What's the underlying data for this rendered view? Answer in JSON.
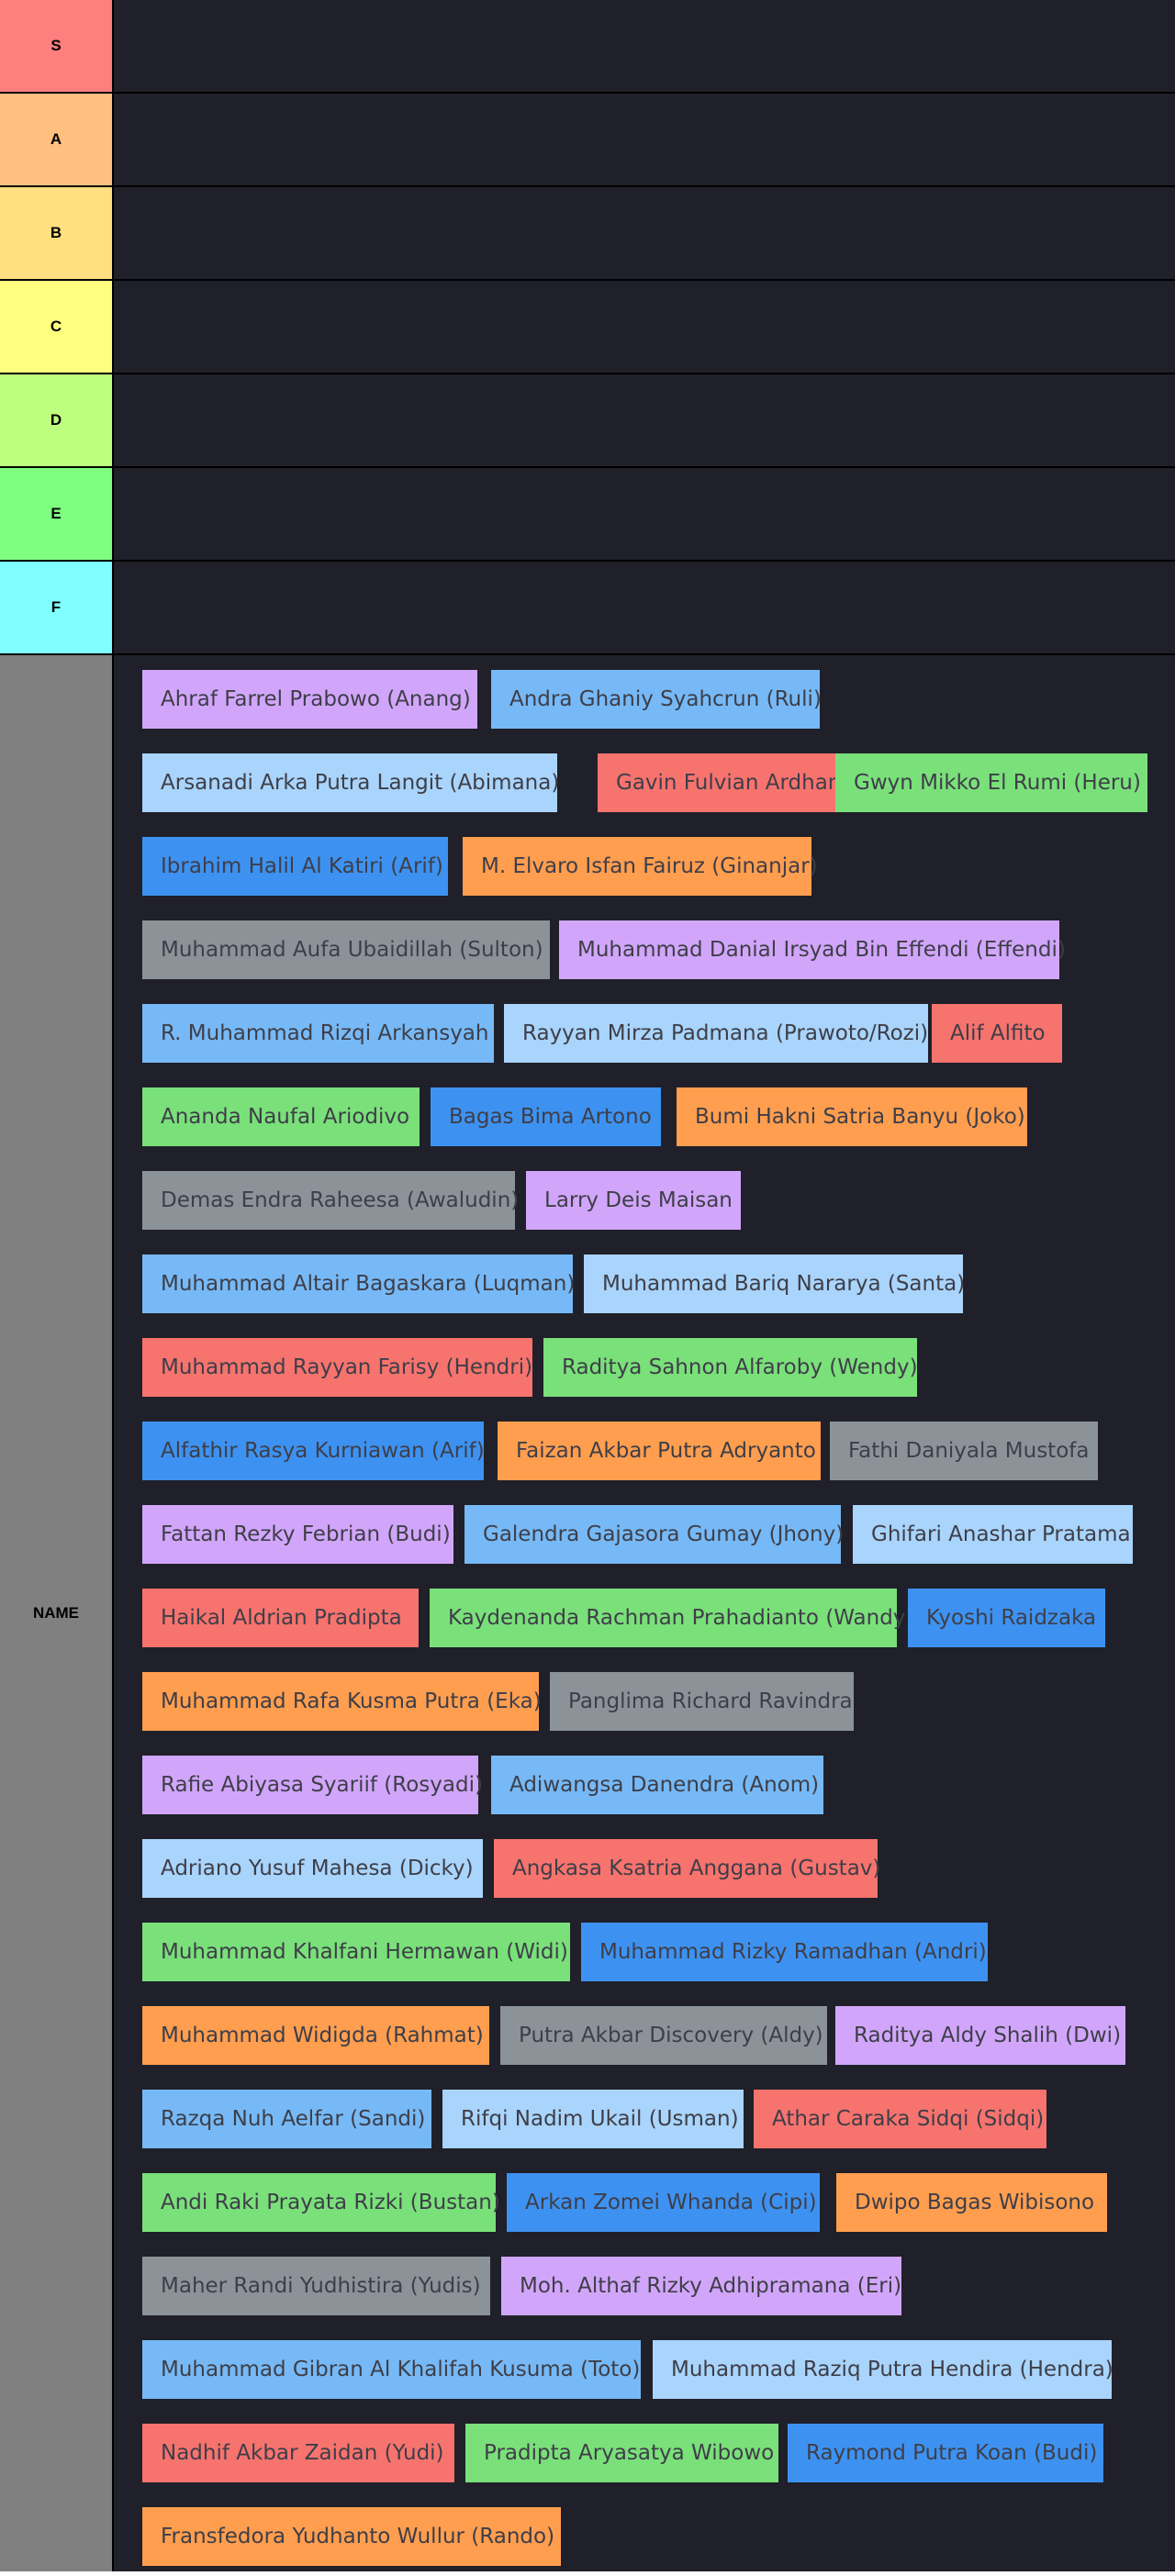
{
  "tiers": [
    {
      "label": "S",
      "color": "#ff7f7f"
    },
    {
      "label": "A",
      "color": "#ffbf7f"
    },
    {
      "label": "B",
      "color": "#ffdf80"
    },
    {
      "label": "C",
      "color": "#ffff7f"
    },
    {
      "label": "D",
      "color": "#bfff7f"
    },
    {
      "label": "E",
      "color": "#7fff7f"
    },
    {
      "label": "F",
      "color": "#7fffff"
    }
  ],
  "pool": {
    "label": "NAME",
    "color": "#808080",
    "lines": [
      [
        {
          "text": "Ahraf Farrel Prabowo (Anang)",
          "color": "purple"
        },
        {
          "text": "Andra Ghaniy Syahcrun (Ruli)",
          "color": "sky"
        }
      ],
      [
        {
          "text": "Arsanadi Arka Putra Langit (Abimana)",
          "color": "pale"
        },
        {
          "text": "Gavin Fulvian Ardhani",
          "color": "red"
        },
        {
          "text": "Gwyn Mikko El Rumi (Heru)",
          "color": "green"
        }
      ],
      [
        {
          "text": "Ibrahim Halil Al Katiri (Arif)",
          "color": "blue"
        },
        {
          "text": "M. Elvaro Isfan Fairuz (Ginanjar)",
          "color": "orange"
        }
      ],
      [
        {
          "text": "Muhammad Aufa Ubaidillah (Sulton)",
          "color": "gray"
        },
        {
          "text": "Muhammad Danial Irsyad Bin Effendi (Effendi)",
          "color": "purple"
        }
      ],
      [
        {
          "text": "R. Muhammad Rizqi Arkansyah",
          "color": "sky"
        },
        {
          "text": "Rayyan Mirza Padmana (Prawoto/Rozi)",
          "color": "pale"
        },
        {
          "text": "Alif Alfito",
          "color": "red"
        }
      ],
      [
        {
          "text": "Ananda Naufal Ariodivo",
          "color": "green"
        },
        {
          "text": "Bagas Bima Artono",
          "color": "blue"
        },
        {
          "text": "Bumi Hakni Satria Banyu (Joko)",
          "color": "orange"
        }
      ],
      [
        {
          "text": "Demas Endra Raheesa (Awaludin)",
          "color": "gray"
        },
        {
          "text": "Larry Deis Maisan",
          "color": "purple"
        }
      ],
      [
        {
          "text": "Muhammad Altair Bagaskara (Luqman)",
          "color": "sky"
        },
        {
          "text": "Muhammad Bariq Nararya (Santa)",
          "color": "pale"
        }
      ],
      [
        {
          "text": "Muhammad Rayyan Farisy (Hendri)",
          "color": "red"
        },
        {
          "text": "Raditya Sahnon Alfaroby (Wendy)",
          "color": "green"
        }
      ],
      [
        {
          "text": "Alfathir Rasya Kurniawan (Arif)",
          "color": "blue"
        },
        {
          "text": "Faizan Akbar Putra Adryanto",
          "color": "orange"
        },
        {
          "text": "Fathi Daniyala Mustofa",
          "color": "gray"
        }
      ],
      [
        {
          "text": "Fattan Rezky Febrian (Budi)",
          "color": "purple"
        },
        {
          "text": "Galendra Gajasora Gumay (Jhony)",
          "color": "sky"
        },
        {
          "text": "Ghifari Anashar Pratama",
          "color": "pale"
        }
      ],
      [
        {
          "text": "Haikal Aldrian Pradipta",
          "color": "red"
        },
        {
          "text": "Kaydenanda Rachman Prahadianto (Wandy)",
          "color": "green"
        },
        {
          "text": "Kyoshi Raidzaka",
          "color": "blue"
        }
      ],
      [
        {
          "text": "Muhammad Rafa Kusma Putra (Eka)",
          "color": "orange"
        },
        {
          "text": "Panglima Richard Ravindra",
          "color": "gray"
        }
      ],
      [
        {
          "text": "Rafie Abiyasa Syariif (Rosyadi)",
          "color": "purple"
        },
        {
          "text": "Adiwangsa Danendra (Anom)",
          "color": "sky"
        }
      ],
      [
        {
          "text": "Adriano Yusuf Mahesa (Dicky)",
          "color": "pale"
        },
        {
          "text": "Angkasa Ksatria Anggana (Gustav)",
          "color": "red"
        }
      ],
      [
        {
          "text": "Muhammad Khalfani Hermawan (Widi)",
          "color": "green"
        },
        {
          "text": "Muhammad Rizky Ramadhan (Andri)",
          "color": "blue"
        }
      ],
      [
        {
          "text": "Muhammad Widigda (Rahmat)",
          "color": "orange"
        },
        {
          "text": "Putra Akbar Discovery (Aldy)",
          "color": "gray"
        },
        {
          "text": "Raditya Aldy Shalih (Dwi)",
          "color": "purple"
        }
      ],
      [
        {
          "text": "Razqa Nuh Aelfar (Sandi)",
          "color": "sky"
        },
        {
          "text": "Rifqi Nadim Ukail (Usman)",
          "color": "pale"
        },
        {
          "text": "Athar Caraka Sidqi (Sidqi)",
          "color": "red"
        }
      ],
      [
        {
          "text": "Andi Raki Prayata Rizki (Bustan)",
          "color": "green"
        },
        {
          "text": "Arkan Zomei Whanda (Cipi)",
          "color": "blue"
        },
        {
          "text": "Dwipo Bagas Wibisono",
          "color": "orange"
        }
      ],
      [
        {
          "text": "Maher Randi Yudhistira (Yudis)",
          "color": "gray"
        },
        {
          "text": "Moh. Althaf Rizky Adhipramana (Eri)",
          "color": "purple"
        }
      ],
      [
        {
          "text": "Muhammad Gibran Al Khalifah Kusuma (Toto)",
          "color": "sky"
        },
        {
          "text": "Muhammad Raziq Putra Hendira (Hendra)",
          "color": "pale"
        }
      ],
      [
        {
          "text": "Nadhif Akbar Zaidan (Yudi)",
          "color": "red"
        },
        {
          "text": "Pradipta Aryasatya Wibowo",
          "color": "green"
        },
        {
          "text": "Raymond Putra Koan (Budi)",
          "color": "blue"
        }
      ],
      [
        {
          "text": "Fransfedora Yudhanto Wullur (Rando)",
          "color": "orange"
        }
      ]
    ]
  }
}
